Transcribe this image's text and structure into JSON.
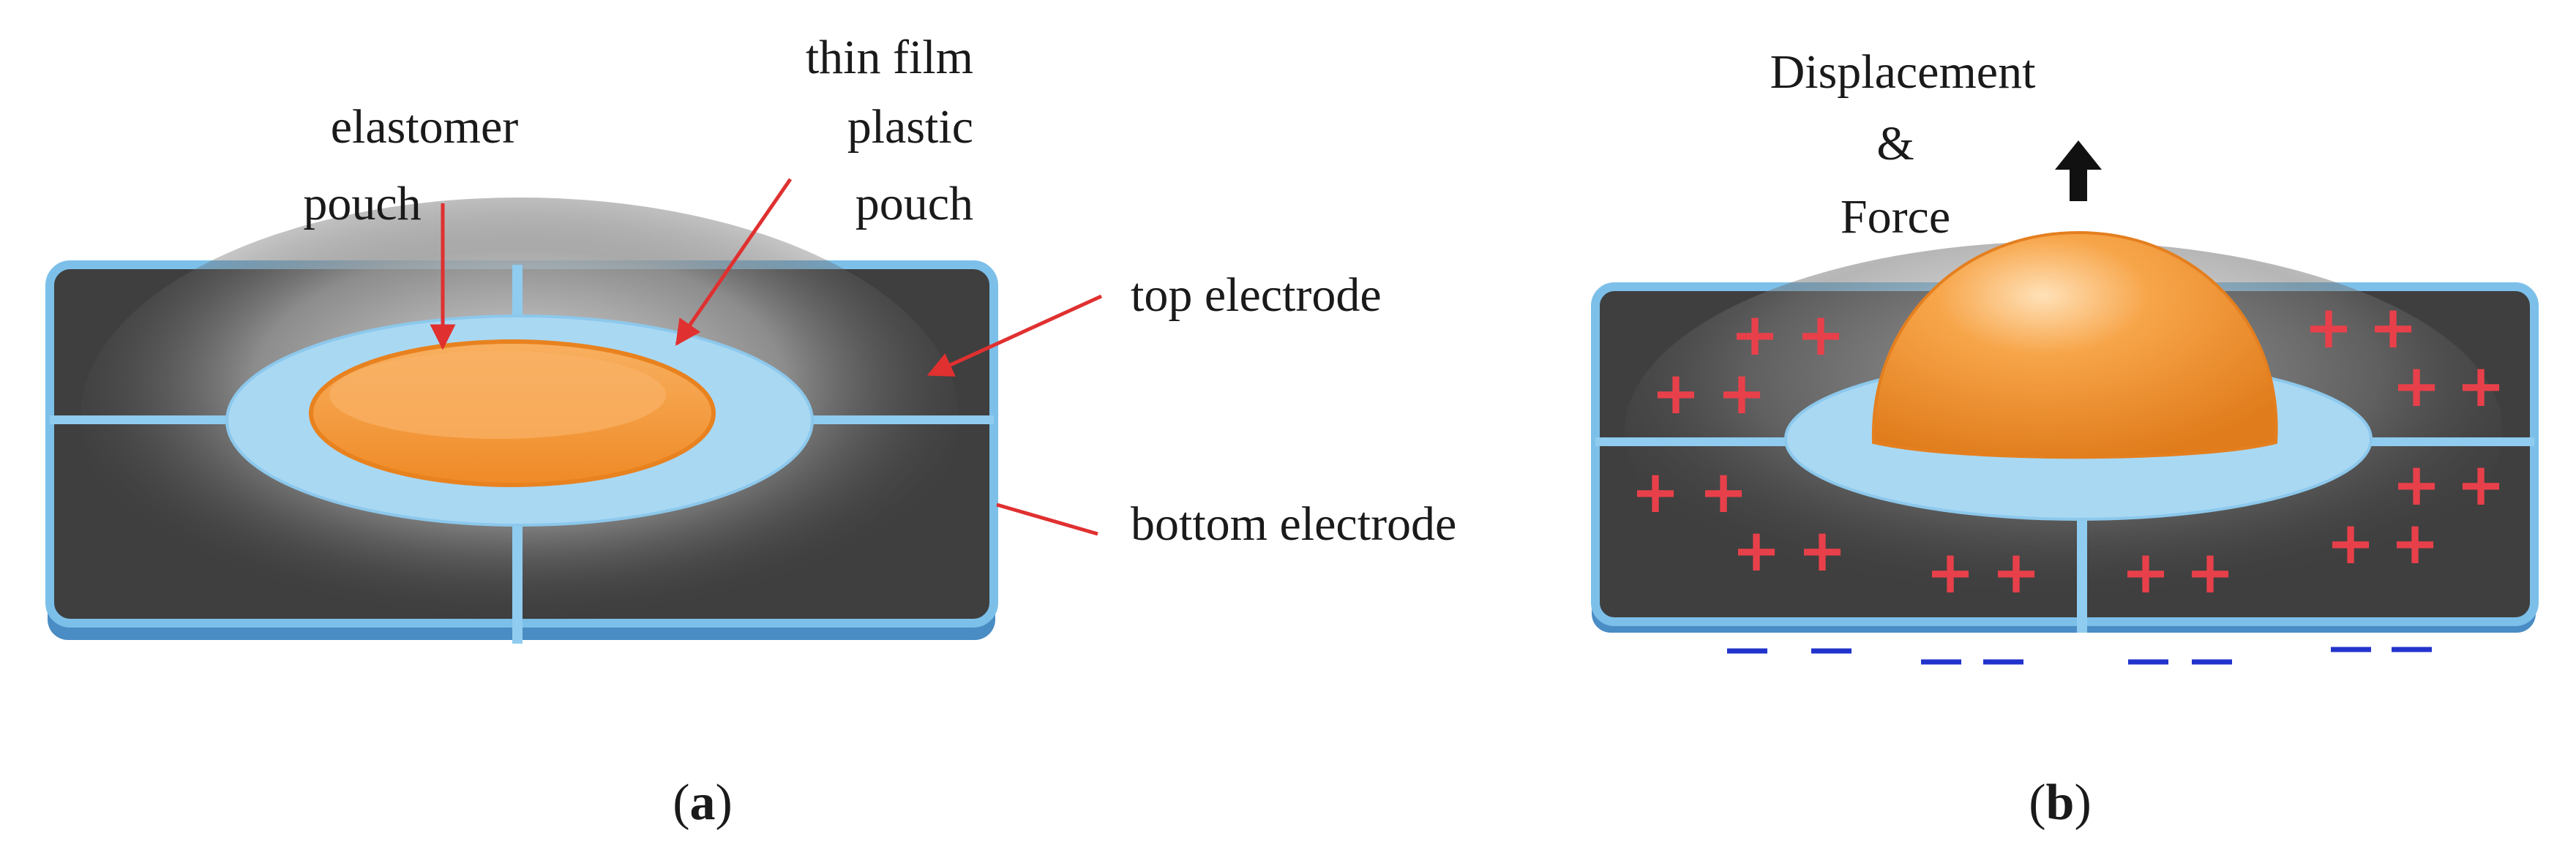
{
  "panel_a": {
    "labels": {
      "elastomer_line1": "elastomer",
      "elastomer_line2": "pouch",
      "film_line1": "thin film",
      "film_line2": "plastic",
      "film_line3": "pouch",
      "top_electrode": "top electrode",
      "bottom_electrode": "bottom electrode"
    },
    "caption": {
      "open": "(",
      "letter": "a",
      "close": ")"
    }
  },
  "panel_b": {
    "labels": {
      "line1": "Displacement",
      "line2": "&",
      "line3": "Force"
    },
    "caption": {
      "open": "(",
      "letter": "b",
      "close": ")"
    },
    "plus_sign": "+",
    "minus_sign": "–"
  },
  "colors": {
    "electrode_dark": "#3f3f3f",
    "electrode_border": "#6fb8e6",
    "film_pouch": "#a9d8f3",
    "elastomer": "#f39a3d",
    "pointer_red": "#e03030",
    "charge_plus": "#e8404a",
    "charge_minus": "#2233cc"
  }
}
